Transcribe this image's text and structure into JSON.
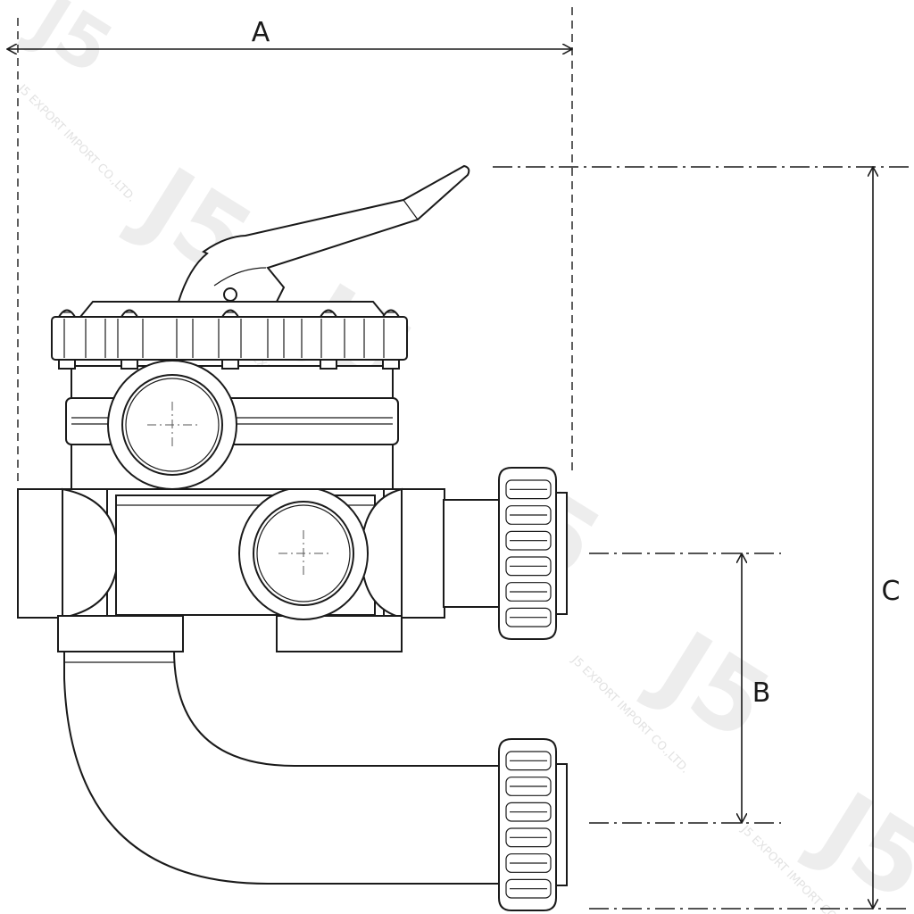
{
  "dimensions": {
    "a_label": "A",
    "b_label": "B",
    "c_label": "C"
  },
  "watermark": {
    "logo_text": "J5",
    "company_text": "J5 EXPORT IMPORT CO.,LTD."
  }
}
